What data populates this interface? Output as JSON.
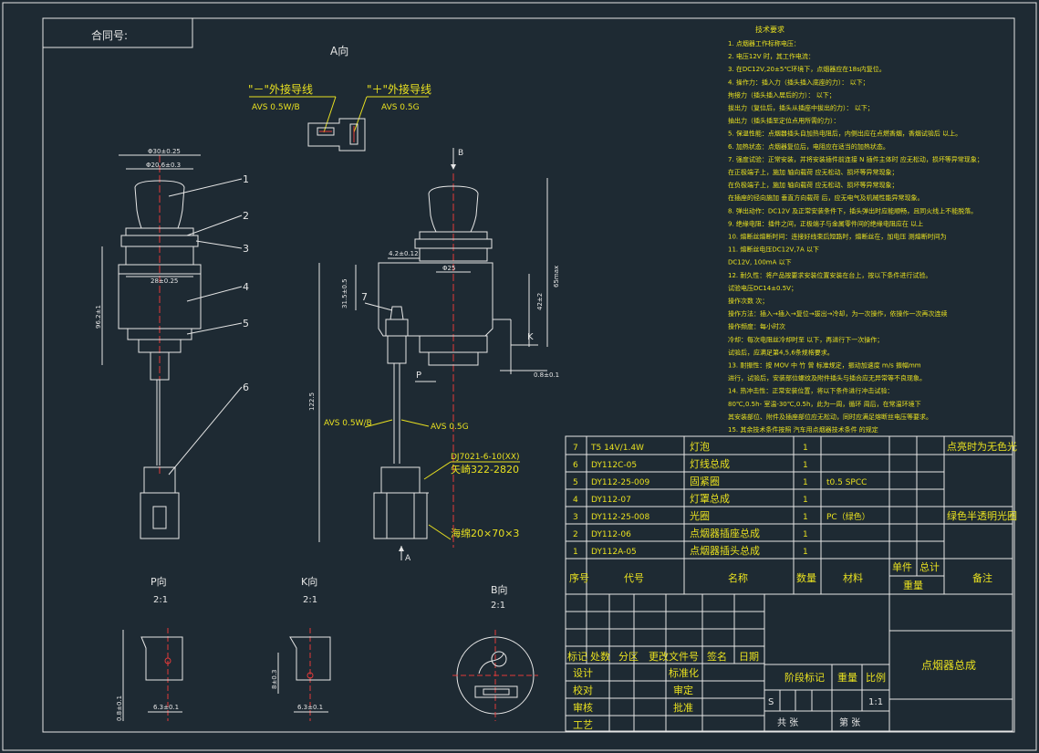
{
  "title_corner": "合同号:",
  "views": {
    "a": "A向",
    "b": "B",
    "b_view": "B向",
    "b_scale": "2:1",
    "p_view": "P向",
    "p_scale": "2:1",
    "k_view": "K向",
    "k_scale": "2:1",
    "k": "K",
    "p": "P",
    "a_arrow": "A"
  },
  "wire_labels": {
    "neg": "\"－\"外接导线",
    "pos": "\"＋\"外接导线",
    "neg_spec": "AVS 0.5W/B",
    "pos_spec": "AVS 0.5G",
    "neg_spec2": "AVS 0.5W/B",
    "pos_spec2": "AVS 0.5G"
  },
  "callouts": [
    "1",
    "2",
    "3",
    "4",
    "5",
    "6",
    "7"
  ],
  "part_labels": {
    "connector": "DJ7021-6-10(XX)",
    "sleeve": "矢崎322-2820",
    "foam": "海绵20×70×3"
  },
  "dims": {
    "d1": "Φ30±0.25",
    "d2": "Φ20.6±0.3",
    "d3": "28±0.25",
    "d4": "4.2±0.12",
    "d5": "Φ25",
    "d6": "31.5±0.5",
    "d7": "65max",
    "d8": "42±2",
    "d9": "122.5",
    "d10": "0.8±0.1",
    "d11": "96.2±1",
    "p1": "6.3±0.1",
    "p2": "0.8±0.1",
    "k1": "6.3±0.1",
    "k2": "8±0.3"
  },
  "tech": {
    "heading": "技术要求",
    "lines": [
      "1. 点烟器工作标称电压：",
      "2. 电压12V 时，其工作电流：",
      "3. 在DC12V,20±5℃环境下，点烟器应在18s内复位。",
      "4. 操作力：插入力（插头插入底座的力）： 以下；",
      "   拘接力（插头插入居后的力）： 以下；",
      "   拔出力（复位后，插头从插座中拔出的力）： 以下；",
      "   抽出力（插头插至定位点用所需的力）：",
      "5. 保温性能：点烟器插头自加热电阻后，内侧出应在点燃香烟，香烟试验后 以上。",
      "6. 加热状态：点烟器复位后，电阻应在适当的加热状态。",
      "7. 强度试验：正常安装，并将安装插件前连接 N 插件主体时 应无松动，损坏等异常现象；",
      "   在正极端子上，施加 轴向载荷 应无松动、损坏等异常现象；",
      "   在负极端子上，施加 轴向载荷 应无松动、损坏等异常现象；",
      "   在插座的径向施加 垂直方向载荷 后，应无电气及机械性能异常现象。",
      "8. 弹出动作：DC12V 及正常安装条件下，插头弹出时应能顺畅，且同火线上不能脱落。",
      "9. 绝缘电阻：插件之间，正极端子与金属零件间的绝缘电阻应在 以上",
      "10. 熔断丝熔断时间：连接好线束后短路时，熔断丝在，加电压 测熔断时间为",
      "11. 熔断丝电压DC12V,7A   以下",
      "    DC12V, 100mA  以下",
      "12. 耐久性：将产品按要求安装位置安装在台上，按以下条件进行试验。",
      "    试验电压DC14±0.5V；",
      "    操作次数 次；",
      "    操作方法：插入→插入→复位→拔出→冷却，为一次操作，依操作一次再次连续",
      "    操作频度：每小时次",
      "    冷却：每次电阻丝冷却时至 以下，再进行下一次操作；",
      "    试验后，应满足第4,5,6条规格要求。",
      "13. 耐振性：按 MOV 中 竹 曾 标准规定，振动加速度 m/s 振幅mm",
      "    进行，试验后，安装部位螺纹及附件插头与插合应无异常等不良现象。",
      "14. 热冲击性：正常安装位置，将以下条件进行冲击试验：",
      "    80℃,0.5h- 室温-30℃,0.5h，此为一周，循环 周后，在常温环境下",
      "    其安装部位、附件及插座部位应无松动，同时应满足熔断丝电压等要求。",
      "15. 其余技术条件按照 汽车用点烟器技术条件 的规定"
    ]
  },
  "bom": {
    "rows": [
      {
        "no": "7",
        "code": "T5 14V/1.4W",
        "name": "灯泡",
        "qty": "1",
        "mat": "",
        "remark": "点亮时为无色光"
      },
      {
        "no": "6",
        "code": "DY112C-05",
        "name": "灯线总成",
        "qty": "1",
        "mat": "",
        "remark": ""
      },
      {
        "no": "5",
        "code": "DY112-25-009",
        "name": "固紧圈",
        "qty": "1",
        "mat": "t0.5 SPCC",
        "remark": ""
      },
      {
        "no": "4",
        "code": "DY112-07",
        "name": "灯罩总成",
        "qty": "1",
        "mat": "",
        "remark": ""
      },
      {
        "no": "3",
        "code": "DY112-25-008",
        "name": "光圈",
        "qty": "1",
        "mat": "PC（绿色）",
        "remark": "绿色半透明光圈"
      },
      {
        "no": "2",
        "code": "DY112-06",
        "name": "点烟器插座总成",
        "qty": "1",
        "mat": "",
        "remark": ""
      },
      {
        "no": "1",
        "code": "DY112A-05",
        "name": "点烟器插头总成",
        "qty": "1",
        "mat": "",
        "remark": ""
      }
    ],
    "header": {
      "no": "序号",
      "code": "代号",
      "name": "名称",
      "qty": "数量",
      "mat": "材料",
      "unit": "单件",
      "total": "总计",
      "weight": "重量",
      "remark": "备注"
    }
  },
  "title_block": {
    "mark": "标记",
    "count": "处数",
    "zone": "分区",
    "change": "更改文件号",
    "sign": "签名",
    "date": "日期",
    "design": "设计",
    "std": "标准化",
    "check": "校对",
    "review": "审定",
    "audit": "审核",
    "approve": "批准",
    "process": "工艺",
    "stage": "阶段标记",
    "weight": "重量",
    "scale": "比例",
    "stage_val": "S",
    "scale_val": "1:1",
    "total_sheets": "共 张",
    "sheet": "第 张",
    "drawing_name": "点烟器总成"
  }
}
